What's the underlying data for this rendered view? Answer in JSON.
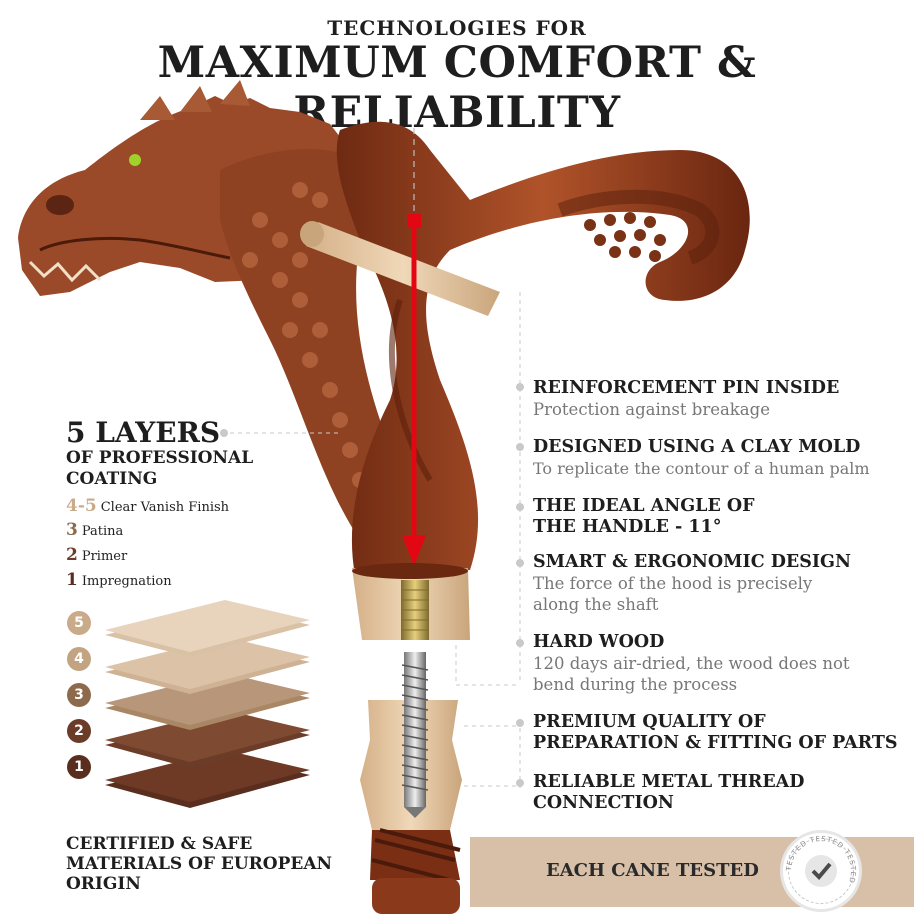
{
  "header": {
    "subtitle": "TECHNOLOGIES FOR",
    "title": "MAXIMUM COMFORT & RELIABILITY"
  },
  "layers": {
    "heading": "5 LAYERS",
    "subheading": "OF PROFESSIONAL COATING",
    "list": [
      {
        "num": "4-5",
        "label": "Clear Vanish Finish"
      },
      {
        "num": "3",
        "label": "Patina"
      },
      {
        "num": "2",
        "label": "Primer"
      },
      {
        "num": "1",
        "label": "Impregnation"
      }
    ],
    "stack": [
      {
        "num": "5",
        "color": "#d9c1a5",
        "badge": "#c9ab8a"
      },
      {
        "num": "4",
        "color": "#cfb293",
        "badge": "#c3a482"
      },
      {
        "num": "3",
        "color": "#a98664",
        "badge": "#8c6a4b"
      },
      {
        "num": "2",
        "color": "#6b3c28",
        "badge": "#6b3c28"
      },
      {
        "num": "1",
        "color": "#5a2e1e",
        "badge": "#5a2e1e"
      }
    ]
  },
  "features": [
    {
      "title": "REINFORCEMENT PIN INSIDE",
      "desc": "Protection against breakage"
    },
    {
      "title": "DESIGNED USING A CLAY MOLD",
      "desc": "To replicate the contour of a human palm"
    },
    {
      "title": "THE IDEAL ANGLE OF THE HANDLE - 11°",
      "desc": ""
    },
    {
      "title": "SMART & ERGONOMIC DESIGN",
      "desc": "The force of the hood is precisely along the shaft"
    },
    {
      "title": "HARD WOOD",
      "desc": "120 days air-dried, the wood does not bend during the process"
    },
    {
      "title": "PREMIUM QUALITY OF PREPARATION & FITTING OF PARTS",
      "desc": ""
    },
    {
      "title": "RELIABLE METAL THREAD CONNECTION",
      "desc": ""
    }
  ],
  "certified": "CERTIFIED & SAFE MATERIALS OF EUROPEAN ORIGIN",
  "banner": {
    "label": "EACH CANE TESTED",
    "badge_text": "TESTED TESTED TESTED"
  },
  "colors": {
    "wood_dark": "#7a2e14",
    "wood_mid": "#a4481f",
    "wood_light": "#e4c7a0",
    "arrow": "#e30613"
  }
}
